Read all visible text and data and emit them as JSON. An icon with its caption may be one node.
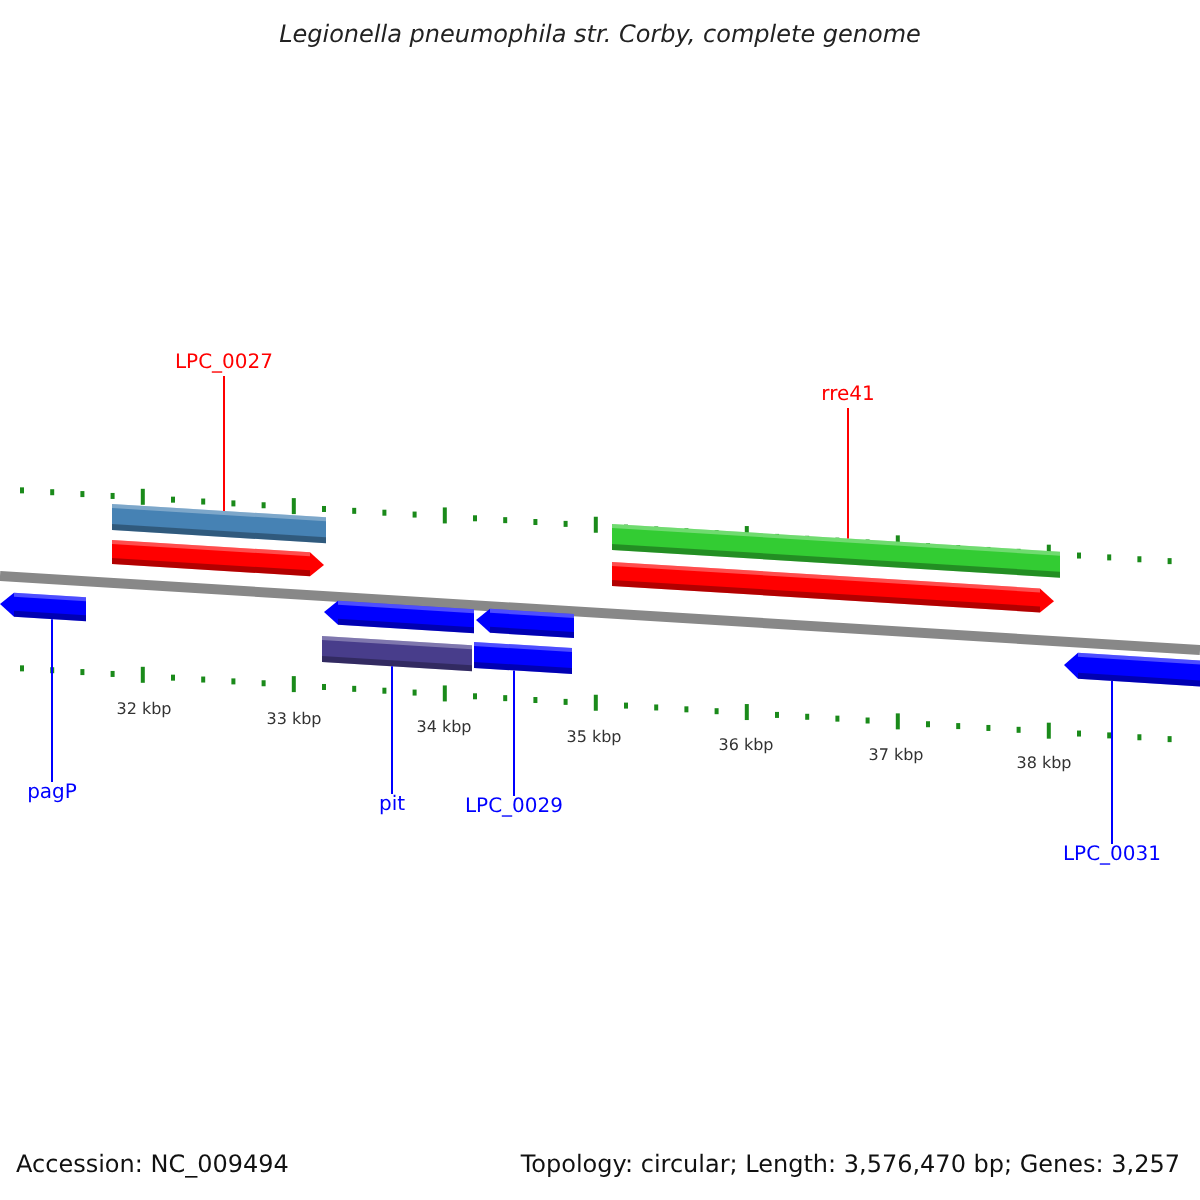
{
  "diagram": {
    "title": "Legionella pneumophila str. Corby, complete genome",
    "nodes": [
      {
        "text": [
          "LPC_0027"
        ]
      },
      {
        "text": [
          "rre41"
        ]
      },
      {
        "text": [],
        "shape": "bar"
      },
      {
        "text": [],
        "shape": "bar"
      },
      {
        "text": [],
        "shape": "bar"
      },
      {
        "text": [],
        "shape": "bar"
      },
      {
        "text": [],
        "shape": "bar"
      },
      {
        "text": [],
        "shape": "bar"
      },
      {
        "text": [],
        "shape": "bar"
      },
      {
        "text": [],
        "shape": "bar"
      },
      {
        "text": [],
        "shape": "bar"
      },
      {
        "text": [],
        "shape": "bar"
      },
      {
        "text": [
          "pagP"
        ]
      },
      {
        "text": [
          "pit"
        ]
      },
      {
        "text": [
          "LPC_0029"
        ]
      },
      {
        "text": [
          "LPC_0031"
        ]
      }
    ],
    "edges": [
      {
        "from": 0,
        "to": 2,
        "arrow": "none",
        "color": "#ff0000"
      },
      {
        "from": 1,
        "to": 4,
        "arrow": "none",
        "color": "#ff0000"
      },
      {
        "from": 12,
        "to": 6,
        "arrow": "none"
      },
      {
        "from": 13,
        "to": 9,
        "arrow": "none"
      },
      {
        "from": 14,
        "to": 10,
        "arrow": "none"
      },
      {
        "from": 15,
        "to": 11,
        "arrow": "none"
      }
    ],
    "labels": [
      "32 kbp",
      "33 kbp",
      "34 kbp",
      "35 kbp",
      "36 kbp",
      "37 kbp",
      "38 kbp",
      "Accession: NC_009494",
      "Topology: circular; Length: 3,576,470 bp; Genes: 3,257"
    ]
  }
}
